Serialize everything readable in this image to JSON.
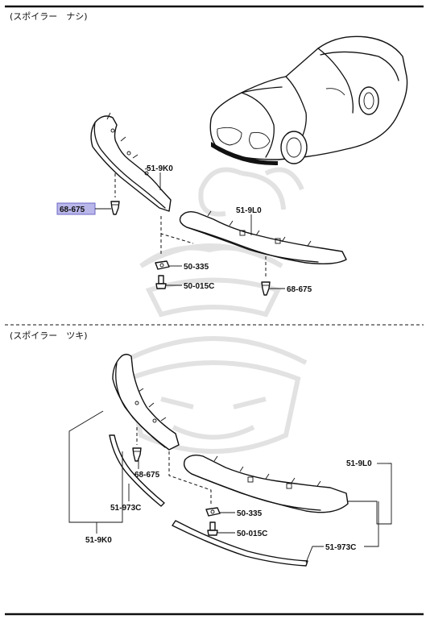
{
  "sections": {
    "without_spoiler": "(スポイラー　ナシ)",
    "with_spoiler": "(スポイラー　ツキ)"
  },
  "parts_top": {
    "bumper_reinforcement": "51-9K0",
    "spoiler_lower": "51-9L0",
    "clip_highlight": "68-675",
    "clip_right": "68-675",
    "nut": "50-335",
    "bolt": "50-015C"
  },
  "parts_bottom": {
    "clip": "68-675",
    "spoiler_lower": "51-9L0",
    "moulding_left": "51-973C",
    "bumper_reinforcement": "51-9K0",
    "nut": "50-335",
    "bolt": "50-015C",
    "moulding_right": "51-973C"
  },
  "colors": {
    "highlight": "#b9b6ea",
    "line": "#111111",
    "watermark": "#e2e2e2"
  }
}
